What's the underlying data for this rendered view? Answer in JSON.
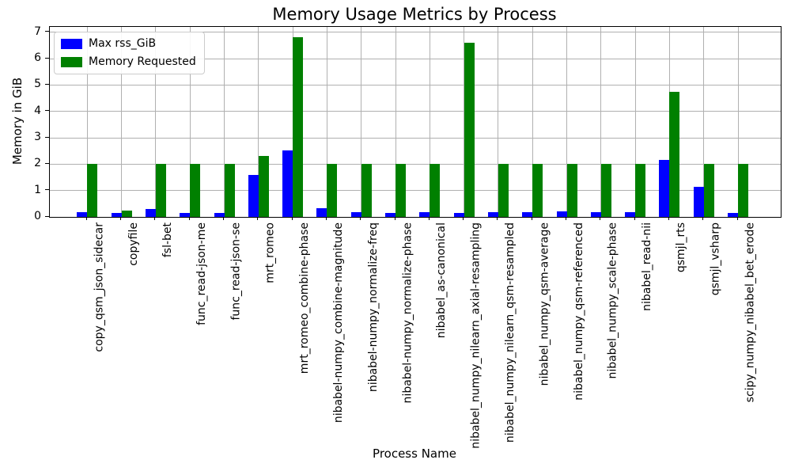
{
  "chart_data": {
    "type": "bar",
    "title": "Memory Usage Metrics by Process",
    "xlabel": "Process Name",
    "ylabel": "Memory in GiB",
    "ylim": [
      0,
      7.2
    ],
    "yticks": [
      0,
      1,
      2,
      3,
      4,
      5,
      6,
      7
    ],
    "grid": true,
    "legend_position": "upper left",
    "categories": [
      "copy_qsm_json_sidecar",
      "copyfile",
      "fsl-bet",
      "func_read-json-me",
      "func_read-json-se",
      "mrt_romeo",
      "mrt_romeo_combine-phase",
      "nibabel-numpy_combine-magnitude",
      "nibabel-numpy_normalize-freq",
      "nibabel-numpy_normalize-phase",
      "nibabel_as-canonical",
      "nibabel_numpy_nilearn_axial-resampling",
      "nibabel_numpy_nilearn_qsm-resampled",
      "nibabel_numpy_qsm-average",
      "nibabel_numpy_qsm-referenced",
      "nibabel_numpy_scale-phase",
      "nibabel_read-nii",
      "qsmjl_rts",
      "qsmjl_vsharp",
      "scipy_numpy_nibabel_bet_erode"
    ],
    "series": [
      {
        "name": "Max rss_GiB",
        "color": "#0000ff",
        "values": [
          0.17,
          0.16,
          0.31,
          0.16,
          0.16,
          1.6,
          2.52,
          0.34,
          0.17,
          0.16,
          0.17,
          0.16,
          0.18,
          0.17,
          0.21,
          0.17,
          0.18,
          2.15,
          1.15,
          0.16
        ]
      },
      {
        "name": "Memory Requested",
        "color": "#008000",
        "values": [
          2.0,
          0.25,
          2.0,
          2.0,
          2.0,
          2.3,
          6.8,
          2.0,
          2.0,
          2.0,
          2.0,
          6.6,
          2.0,
          2.0,
          2.0,
          2.0,
          2.0,
          4.75,
          2.0,
          2.0
        ]
      }
    ]
  },
  "colors": {
    "grid": "#b0b0b0",
    "axis": "#000000",
    "background": "#ffffff"
  }
}
